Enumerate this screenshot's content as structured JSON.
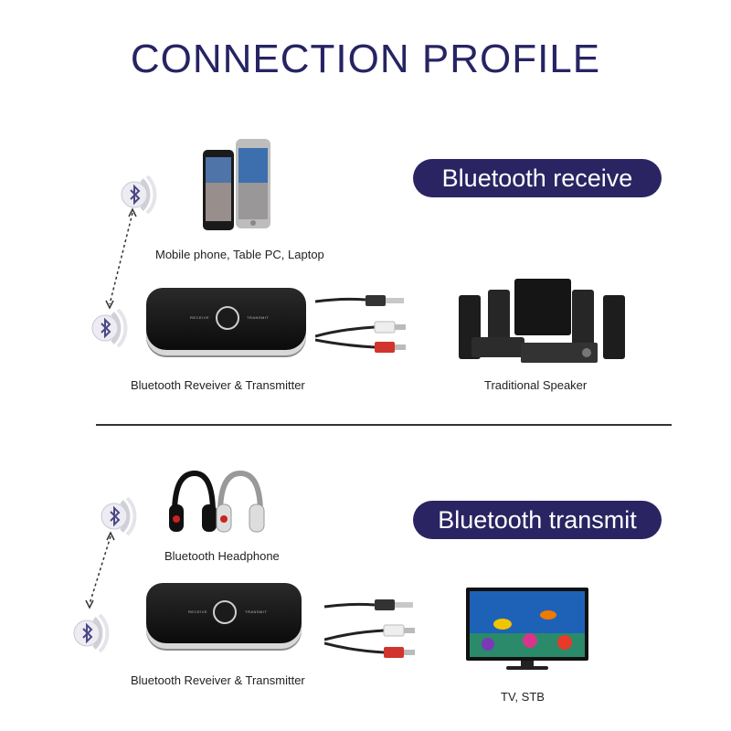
{
  "title": "CONNECTION PROFILE",
  "receive": {
    "pill_label": "Bluetooth receive",
    "source_caption": "Mobile phone, Table PC, Laptop",
    "device_caption": "Bluetooth  Reveiver  &  Transmitter",
    "output_caption": "Traditional Speaker"
  },
  "transmit": {
    "pill_label": "Bluetooth transmit",
    "source_caption": "Bluetooth  Headphone",
    "device_caption": "Bluetooth  Reveiver  &  Transmitter",
    "output_caption": "TV, STB"
  },
  "device_labels": {
    "left": "RECEIVE",
    "right": "TRANSMIT"
  },
  "colors": {
    "accent": "#2a2462",
    "title": "#262463",
    "bt_icon": "#4b4785"
  },
  "icons": [
    "bluetooth-icon",
    "phone-icon",
    "headphone-icon",
    "speaker-icon",
    "tv-icon",
    "audio-cable-icon"
  ]
}
